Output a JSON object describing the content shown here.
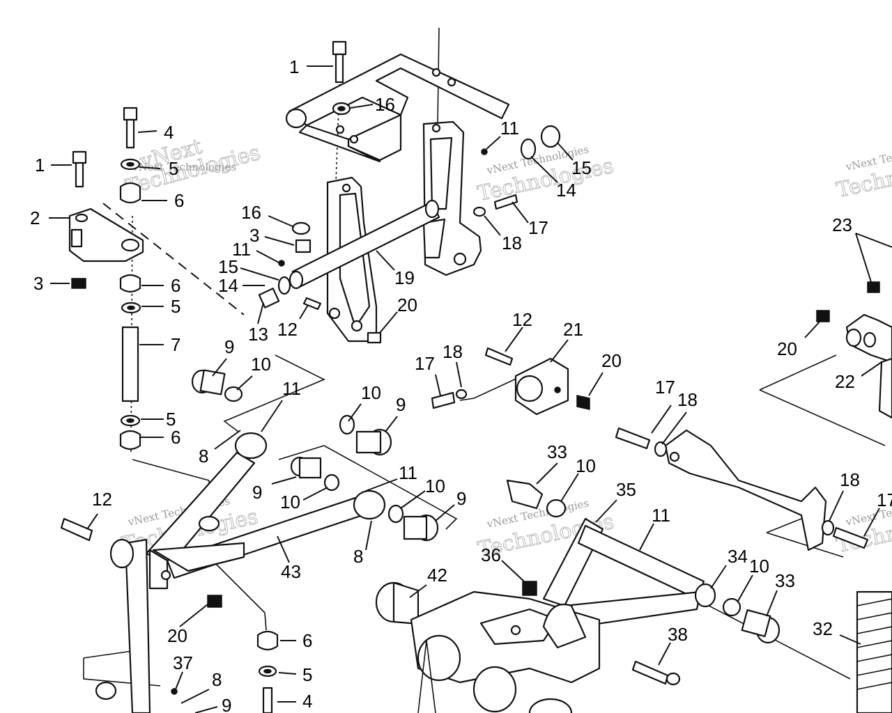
{
  "watermarks": [
    {
      "line1": "vNext",
      "line2": "Technologies"
    },
    {
      "line1": "vNext Technologies",
      "line2": "Technologies"
    },
    {
      "line1": "vNext Technologies",
      "line2": "Technologies"
    },
    {
      "line1": "vNext Technologies",
      "line2": "Technologies"
    },
    {
      "line1": "vNext Technologies",
      "line2": "Technologies"
    },
    {
      "line1": "vNext Technologies",
      "line2": "Technologies"
    }
  ],
  "callouts": [
    {
      "id": "c1",
      "text": "1"
    },
    {
      "id": "c2",
      "text": "16"
    },
    {
      "id": "c3",
      "text": "4"
    },
    {
      "id": "c4",
      "text": "1"
    },
    {
      "id": "c5",
      "text": "5"
    },
    {
      "id": "c6",
      "text": "6"
    },
    {
      "id": "c7",
      "text": "2"
    },
    {
      "id": "c8",
      "text": "3"
    },
    {
      "id": "c9",
      "text": "6"
    },
    {
      "id": "c10",
      "text": "5"
    },
    {
      "id": "c11",
      "text": "7"
    },
    {
      "id": "c12",
      "text": "5"
    },
    {
      "id": "c13",
      "text": "6"
    },
    {
      "id": "c14",
      "text": "16"
    },
    {
      "id": "c15",
      "text": "3"
    },
    {
      "id": "c16",
      "text": "11"
    },
    {
      "id": "c17",
      "text": "15"
    },
    {
      "id": "c18",
      "text": "14"
    },
    {
      "id": "c19",
      "text": "13"
    },
    {
      "id": "c20",
      "text": "12"
    },
    {
      "id": "c21",
      "text": "19"
    },
    {
      "id": "c22",
      "text": "20"
    },
    {
      "id": "c23",
      "text": "11"
    },
    {
      "id": "c24",
      "text": "15"
    },
    {
      "id": "c25",
      "text": "14"
    },
    {
      "id": "c26",
      "text": "17"
    },
    {
      "id": "c27",
      "text": "18"
    },
    {
      "id": "c28",
      "text": "9"
    },
    {
      "id": "c29",
      "text": "10"
    },
    {
      "id": "c30",
      "text": "11"
    },
    {
      "id": "c31",
      "text": "8"
    },
    {
      "id": "c32",
      "text": "10"
    },
    {
      "id": "c33",
      "text": "9"
    },
    {
      "id": "c34",
      "text": "9"
    },
    {
      "id": "c35",
      "text": "10"
    },
    {
      "id": "c36",
      "text": "11"
    },
    {
      "id": "c37",
      "text": "10"
    },
    {
      "id": "c38",
      "text": "9"
    },
    {
      "id": "c39",
      "text": "8"
    },
    {
      "id": "c40",
      "text": "43"
    },
    {
      "id": "c41",
      "text": "12"
    },
    {
      "id": "c42",
      "text": "20"
    },
    {
      "id": "c43",
      "text": "6"
    },
    {
      "id": "c44",
      "text": "5"
    },
    {
      "id": "c45",
      "text": "4"
    },
    {
      "id": "c46",
      "text": "37"
    },
    {
      "id": "c47",
      "text": "8"
    },
    {
      "id": "c48",
      "text": "9"
    },
    {
      "id": "c49",
      "text": "12"
    },
    {
      "id": "c50",
      "text": "21"
    },
    {
      "id": "c51",
      "text": "17"
    },
    {
      "id": "c52",
      "text": "18"
    },
    {
      "id": "c53",
      "text": "20"
    },
    {
      "id": "c54",
      "text": "33"
    },
    {
      "id": "c55",
      "text": "10"
    },
    {
      "id": "c56",
      "text": "35"
    },
    {
      "id": "c57",
      "text": "11"
    },
    {
      "id": "c58",
      "text": "36"
    },
    {
      "id": "c59",
      "text": "42"
    },
    {
      "id": "c60",
      "text": "34"
    },
    {
      "id": "c61",
      "text": "10"
    },
    {
      "id": "c62",
      "text": "33"
    },
    {
      "id": "c63",
      "text": "38"
    },
    {
      "id": "c64",
      "text": "17"
    },
    {
      "id": "c65",
      "text": "18"
    },
    {
      "id": "c66",
      "text": "18"
    },
    {
      "id": "c67",
      "text": "17"
    },
    {
      "id": "c68",
      "text": "23"
    },
    {
      "id": "c69",
      "text": "20"
    },
    {
      "id": "c70",
      "text": "22"
    },
    {
      "id": "c71",
      "text": "32"
    }
  ]
}
